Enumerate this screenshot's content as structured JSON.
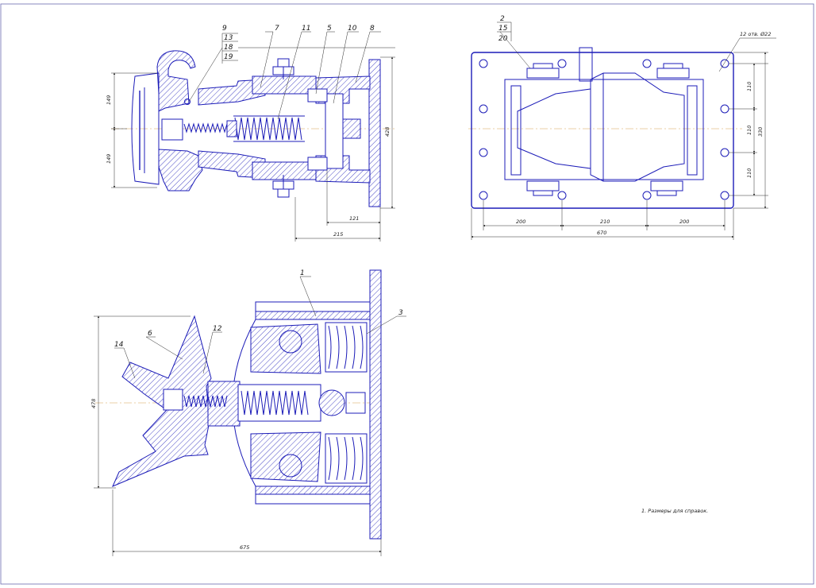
{
  "drawing": {
    "views": {
      "top_section": {
        "positions": [
          {
            "label": "9"
          },
          {
            "label": "13"
          },
          {
            "label": "18"
          },
          {
            "label": "19"
          },
          {
            "label": "7"
          },
          {
            "label": "11"
          },
          {
            "label": "5"
          },
          {
            "label": "10"
          },
          {
            "label": "8"
          }
        ],
        "dimensions": {
          "upper_half": "149",
          "lower_half": "149",
          "plate_height": "428",
          "inner_length": "121",
          "overall_length": "215"
        }
      },
      "plan_view": {
        "positions": [
          {
            "label": "2"
          },
          {
            "label": "15"
          },
          {
            "label": "20"
          }
        ],
        "holes_callout": "12 отв. Ø22",
        "dimensions": {
          "row1": "110",
          "row2": "110",
          "row3": "110",
          "total_height": "330",
          "left": "200",
          "middle": "210",
          "right": "200",
          "overall": "670"
        }
      },
      "bottom_section": {
        "positions": [
          {
            "label": "1"
          },
          {
            "label": "3"
          },
          {
            "label": "6"
          },
          {
            "label": "12"
          },
          {
            "label": "14"
          }
        ],
        "dimensions": {
          "height": "478",
          "length": "675"
        }
      }
    },
    "note": "1. Размеры для справок."
  },
  "colors": {
    "line": "#1c1cb8",
    "axis": "#d8a050",
    "border": "#6a6ab0"
  }
}
